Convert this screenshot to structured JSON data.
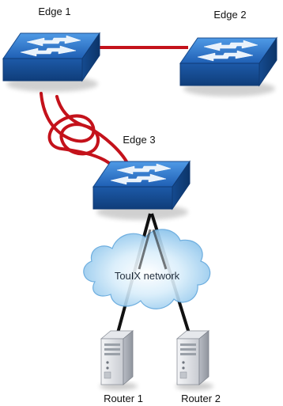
{
  "nodes": {
    "edge1": {
      "label": "Edge 1"
    },
    "edge2": {
      "label": "Edge 2"
    },
    "edge3": {
      "label": "Edge 3"
    },
    "cloud": {
      "label": "TouIX network"
    },
    "router1": {
      "label": "Router 1"
    },
    "router2": {
      "label": "Router 2"
    }
  },
  "colors": {
    "switch_top": "#2a76c9",
    "switch_side": "#1a4f9a",
    "link_red": "#c4121b",
    "link_black": "#111111",
    "cloud_blue": "#8fc6ee"
  }
}
